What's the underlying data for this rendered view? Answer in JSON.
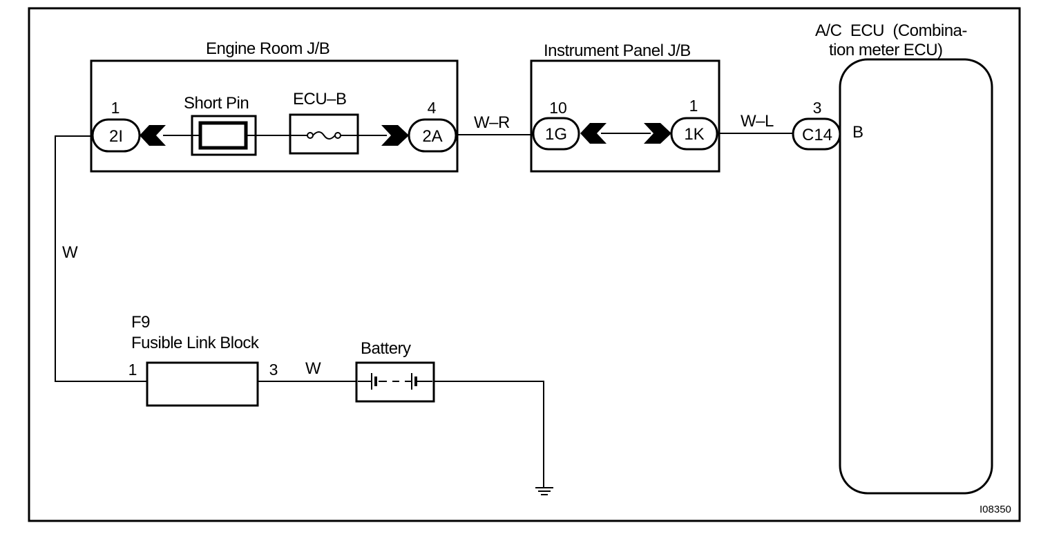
{
  "figure_id": "I08350",
  "engine_room_jb": {
    "title": "Engine Room J/B",
    "short_pin_label": "Short Pin",
    "fuse_label": "ECU–B",
    "connector_left": {
      "code": "2I",
      "pin": "1"
    },
    "connector_right": {
      "code": "2A",
      "pin": "4"
    }
  },
  "instrument_panel_jb": {
    "title": "Instrument Panel J/B",
    "connector_left": {
      "code": "1G",
      "pin": "10"
    },
    "connector_right": {
      "code": "1K",
      "pin": "1"
    }
  },
  "ecu": {
    "title_line1": "A/C  ECU  (Combina-",
    "title_line2": "tion meter ECU)",
    "connector": {
      "code": "C14",
      "pin": "3"
    },
    "terminal": "B"
  },
  "wires": {
    "jb_to_jb": "W–R",
    "jb_to_ecu": "W–L",
    "left_vertical": "W",
    "fusible_to_battery": "W"
  },
  "fusible_link": {
    "code": "F9",
    "name": "Fusible Link Block",
    "pin_in": "1",
    "pin_out": "3"
  },
  "battery": {
    "label": "Battery"
  }
}
